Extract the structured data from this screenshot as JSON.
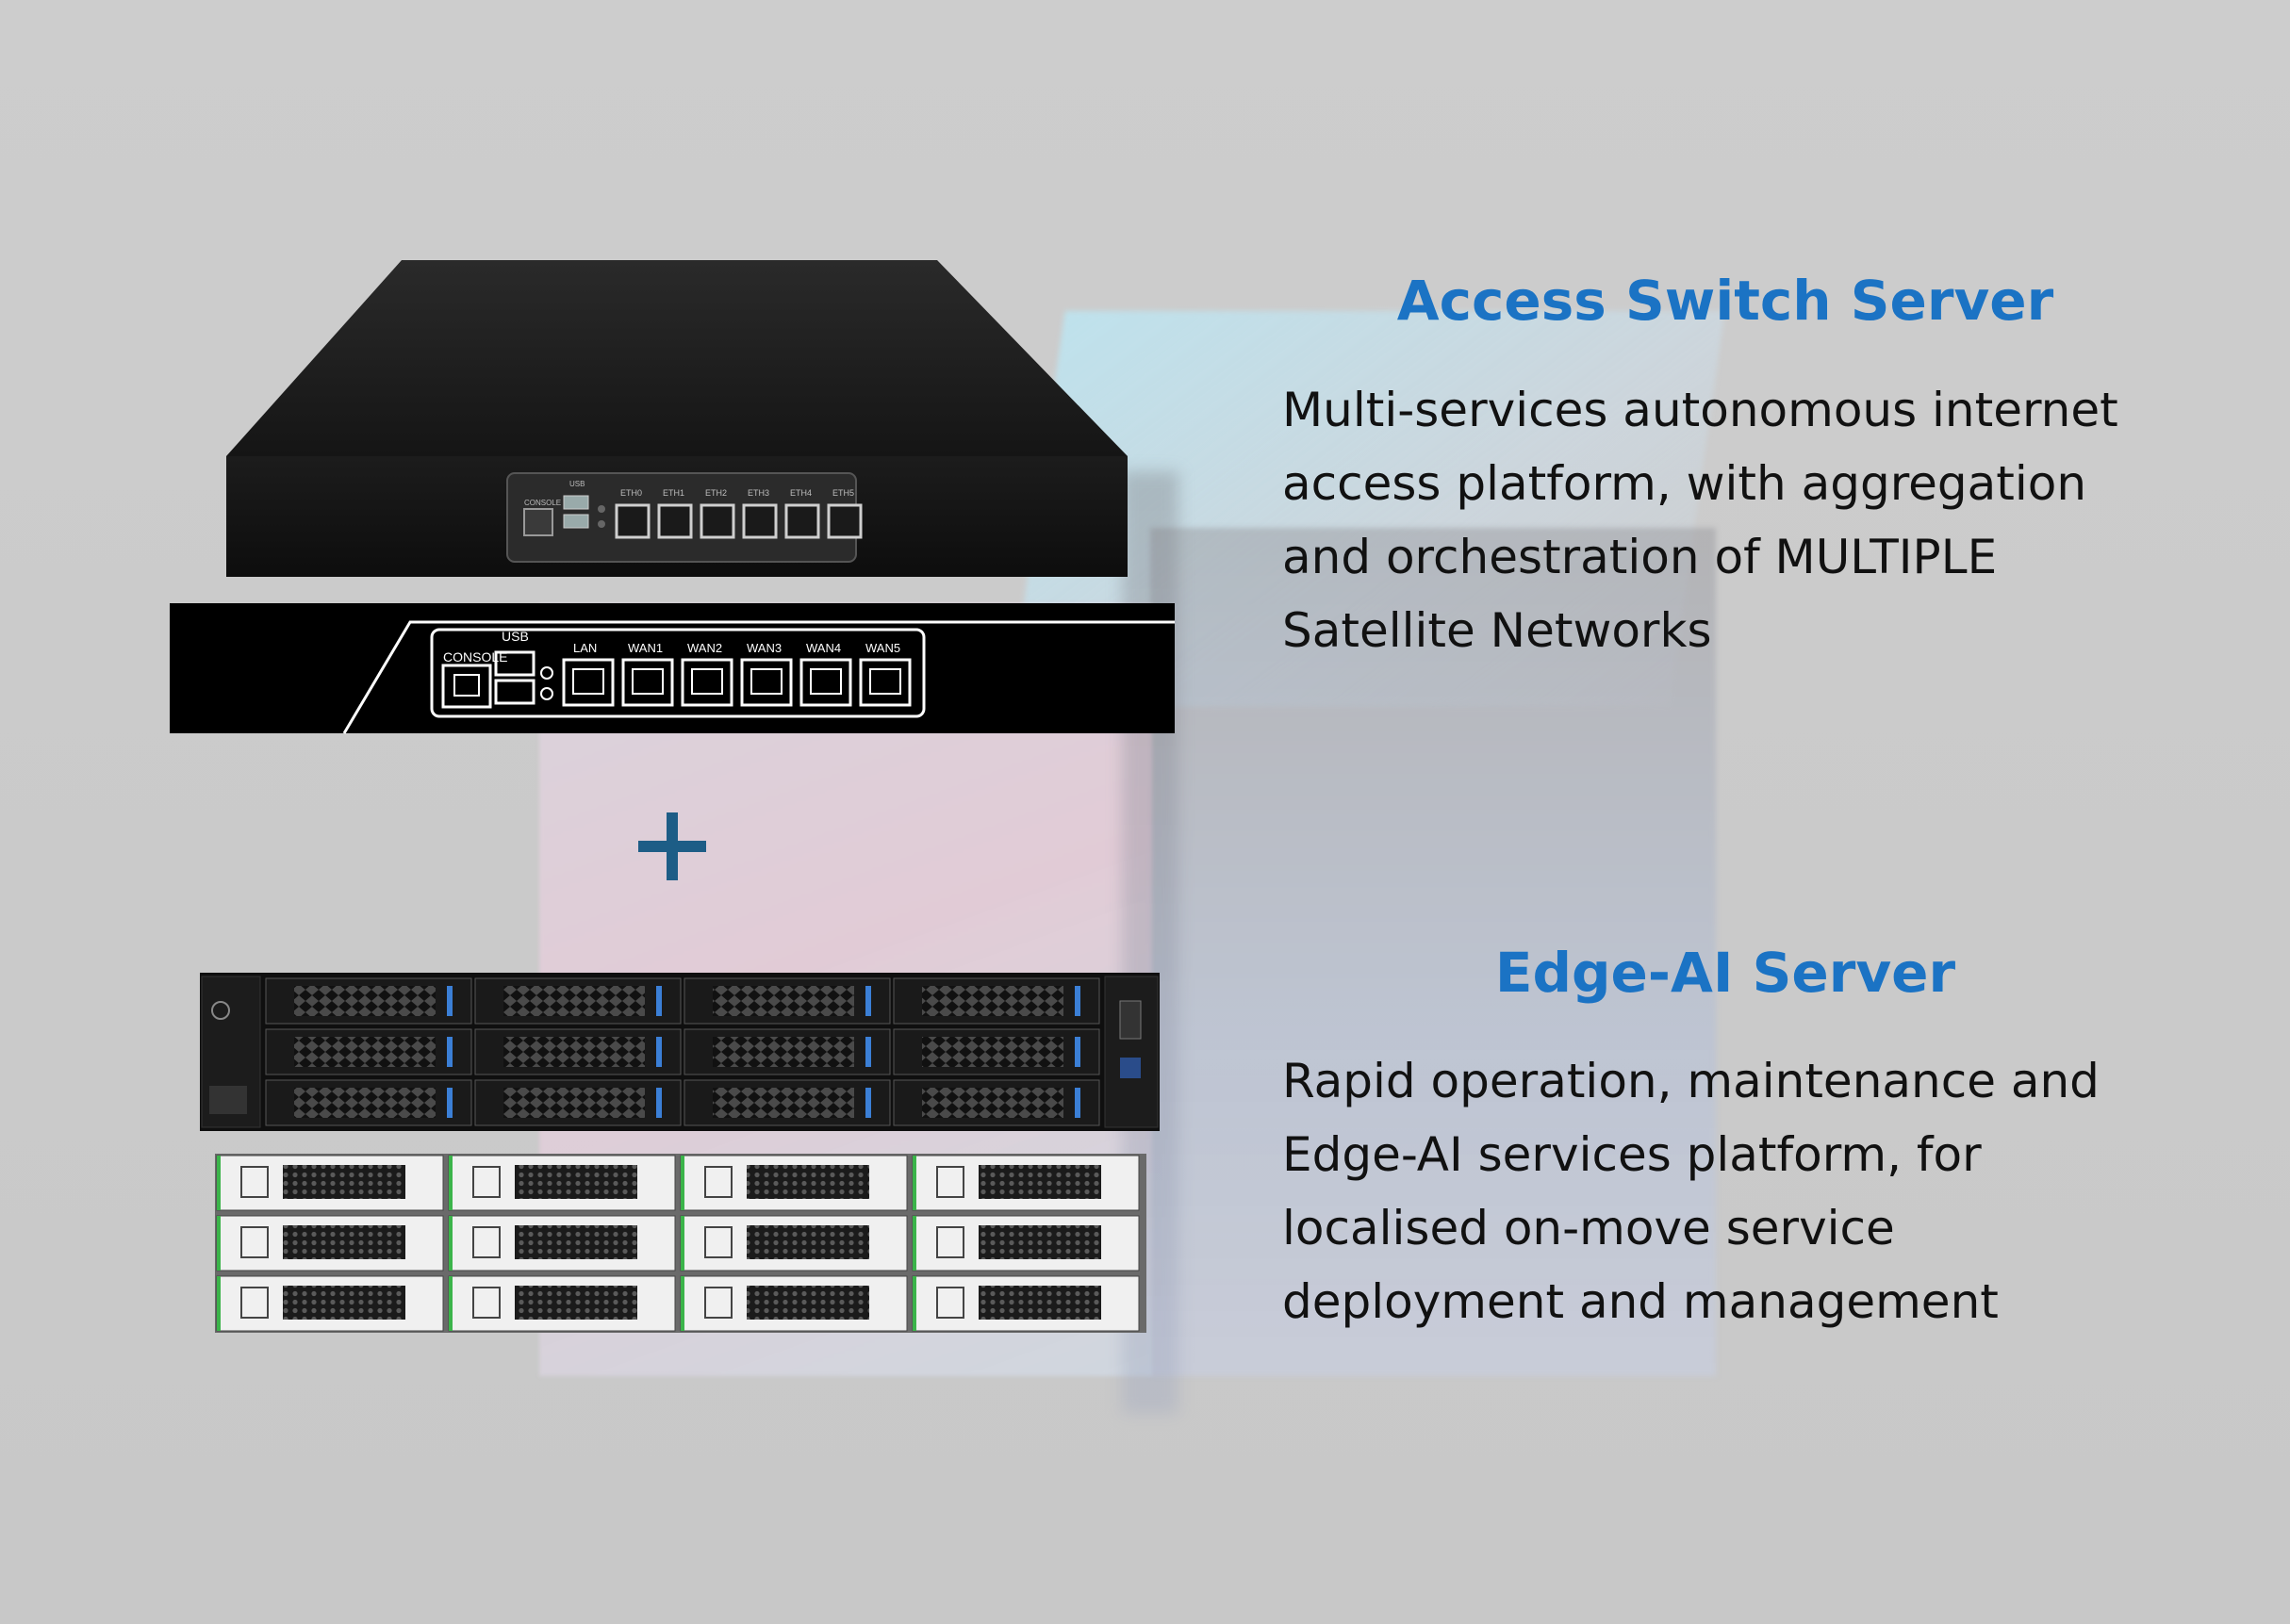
{
  "access_switch": {
    "title": "Access Switch Server",
    "description_lines": [
      "Multi-services autonomous internet",
      "access platform, with aggregation",
      "and orchestration of MULTIPLE",
      "Satellite Networks"
    ],
    "device_photo_port_labels": [
      "CONSOLE",
      "USB",
      "ETH0",
      "ETH1",
      "ETH2",
      "ETH3",
      "ETH4",
      "ETH5"
    ],
    "front_panel_labels": {
      "console": "CONSOLE",
      "usb": "USB",
      "ports": [
        "LAN",
        "WAN1",
        "WAN2",
        "WAN3",
        "WAN4",
        "WAN5"
      ]
    }
  },
  "edge_ai": {
    "title": "Edge-AI Server",
    "description_lines": [
      "Rapid operation, maintenance and",
      "Edge-AI services platform, for",
      "localised on-move service",
      "deployment and management"
    ]
  },
  "colors": {
    "title_blue": "#1b73c4",
    "plus_teal": "#1d5d86",
    "background": "#c9c9c9"
  }
}
